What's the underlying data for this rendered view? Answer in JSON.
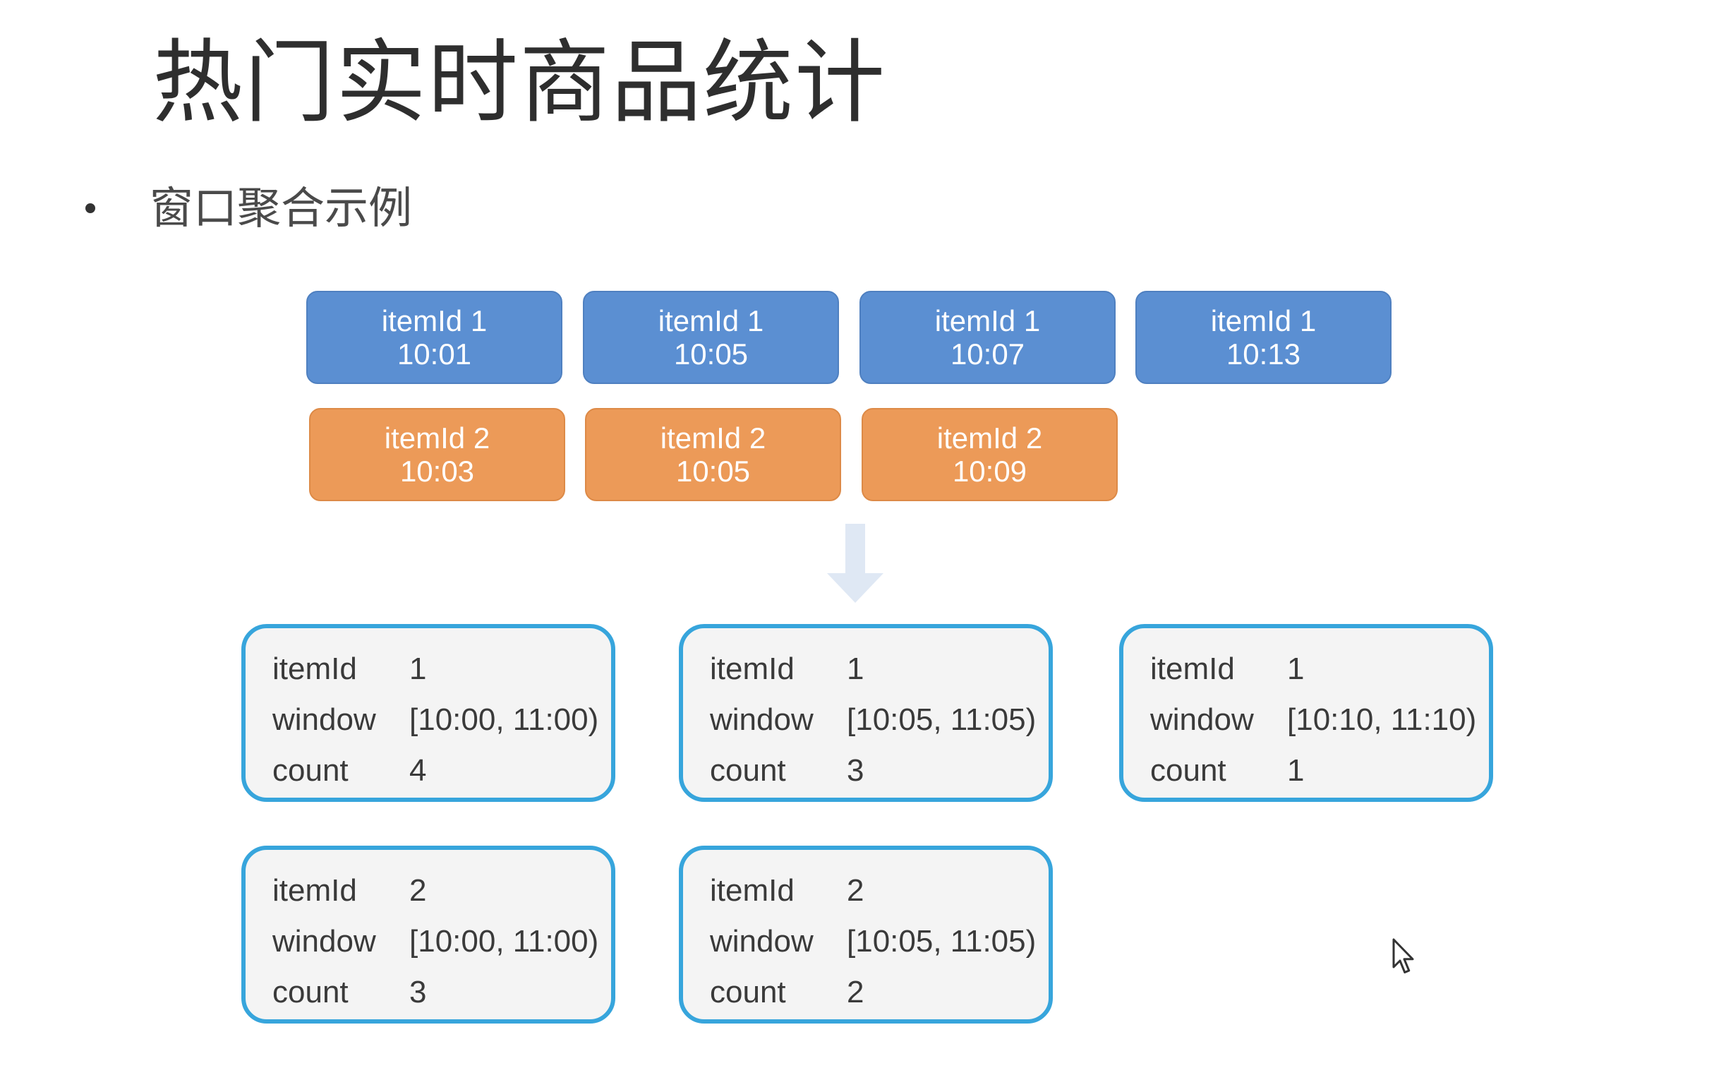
{
  "title": "热门实时商品统计",
  "bullet": "窗口聚合示例",
  "colors": {
    "item1": "#5b8fd2",
    "item2": "#ec9a58",
    "result_border": "#37a5dc",
    "arrow": "#dfe8f4"
  },
  "events": [
    {
      "item": "itemId 1",
      "time": "10:01",
      "color": "blue"
    },
    {
      "item": "itemId 1",
      "time": "10:05",
      "color": "blue"
    },
    {
      "item": "itemId 1",
      "time": "10:07",
      "color": "blue"
    },
    {
      "item": "itemId 1",
      "time": "10:13",
      "color": "blue"
    },
    {
      "item": "itemId 2",
      "time": "10:03",
      "color": "orange"
    },
    {
      "item": "itemId 2",
      "time": "10:05",
      "color": "orange"
    },
    {
      "item": "itemId 2",
      "time": "10:09",
      "color": "orange"
    }
  ],
  "labels": {
    "item": "itemId",
    "window": "window",
    "count": "count"
  },
  "results": [
    {
      "itemId": "1",
      "window": "[10:00, 11:00)",
      "count": "4"
    },
    {
      "itemId": "1",
      "window": "[10:05, 11:05)",
      "count": "3"
    },
    {
      "itemId": "1",
      "window": "[10:10, 11:10)",
      "count": "1"
    },
    {
      "itemId": "2",
      "window": "[10:00, 11:00)",
      "count": "3"
    },
    {
      "itemId": "2",
      "window": "[10:05, 11:05)",
      "count": "2"
    }
  ]
}
